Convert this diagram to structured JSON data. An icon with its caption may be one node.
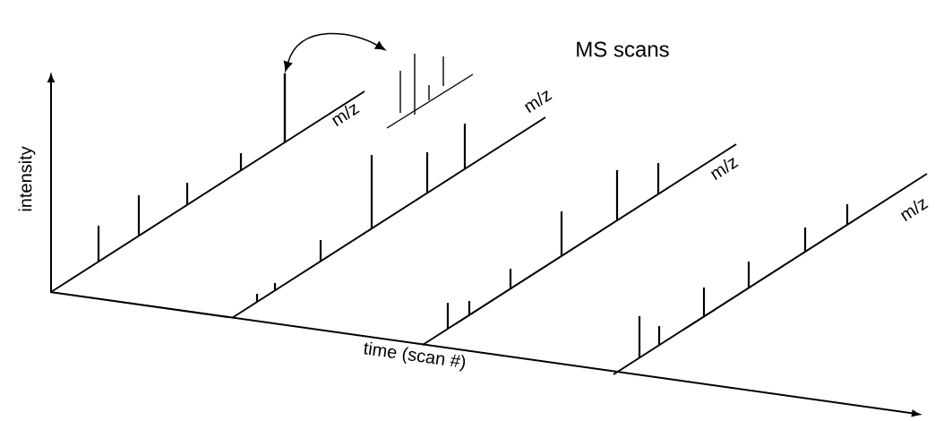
{
  "diagram": {
    "nodes": [
      {
        "text": [],
        "shape": "bar"
      },
      {
        "text": [],
        "shape": "picture"
      }
    ],
    "edges": [
      {
        "from": 0,
        "to": 1,
        "arrow": "both"
      }
    ],
    "labels": [
      "MS scans",
      "intensity",
      "m/z",
      "m/z",
      "m/z",
      "m/z",
      "time (scan #)"
    ]
  }
}
